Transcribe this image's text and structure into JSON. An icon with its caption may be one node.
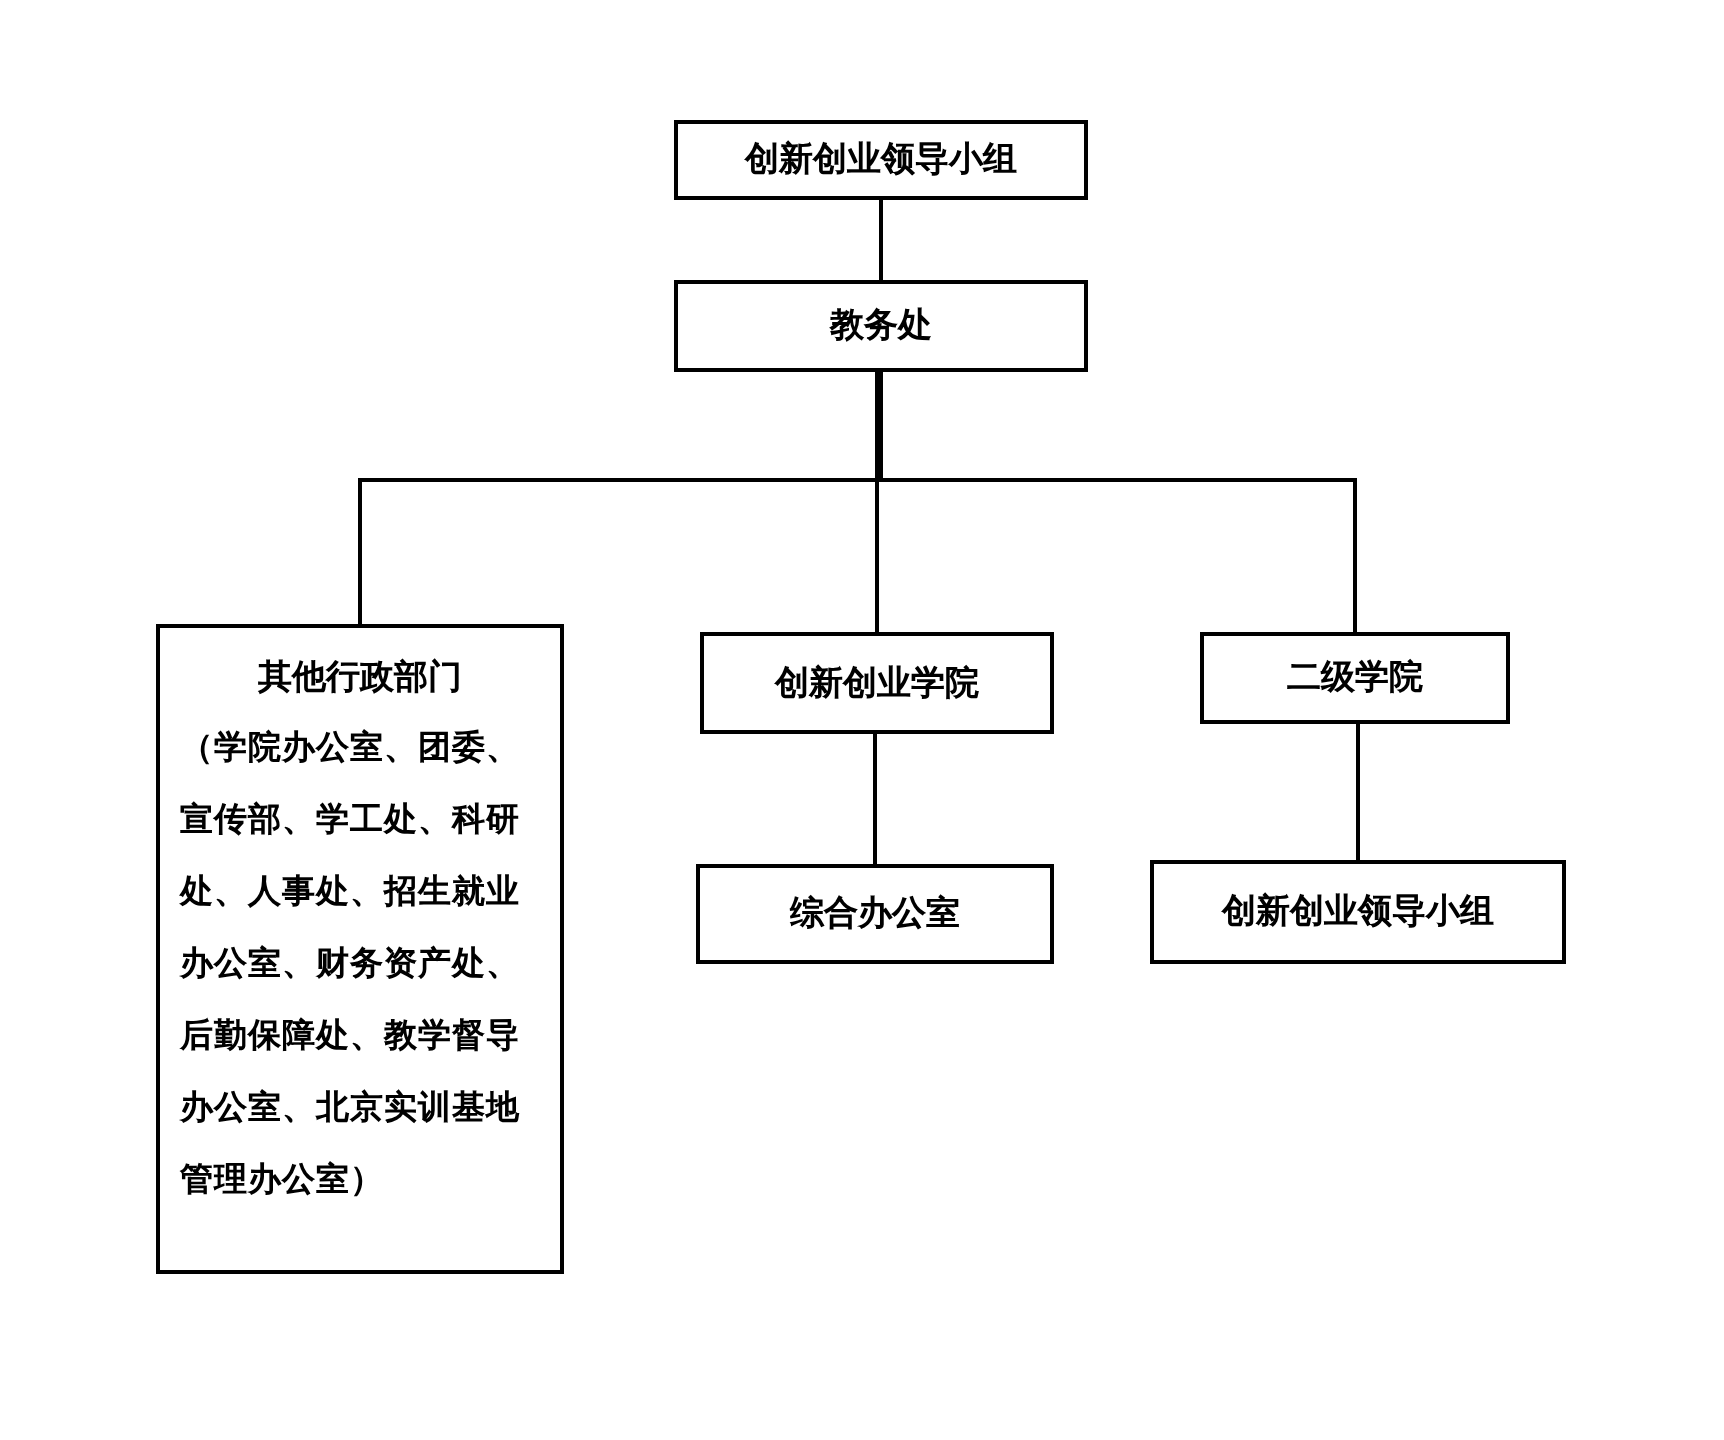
{
  "diagram": {
    "nodes": [
      {
        "text": [
          "创新创业领导小组"
        ]
      },
      {
        "text": [
          "教务处"
        ]
      },
      {
        "text": [
          "其他行政部门",
          "（学院办公室、团委、宣传部、学工处、科研处、人事处、招生就业办公室、财务资产处、后勤保障处、教学督导办公室、北京实训基地管理办公室）"
        ]
      },
      {
        "text": [
          "创新创业学院"
        ]
      },
      {
        "text": [
          "二级学院"
        ]
      },
      {
        "text": [
          "综合办公室"
        ]
      },
      {
        "text": [
          "创新创业领导小组"
        ]
      }
    ],
    "edges": [
      {
        "from": 0,
        "to": 1,
        "arrow": "none"
      },
      {
        "from": 1,
        "to": 2,
        "arrow": "none"
      },
      {
        "from": 1,
        "to": 3,
        "arrow": "none"
      },
      {
        "from": 1,
        "to": 4,
        "arrow": "none"
      },
      {
        "from": 3,
        "to": 5,
        "arrow": "none"
      },
      {
        "from": 4,
        "to": 6,
        "arrow": "none"
      }
    ]
  }
}
